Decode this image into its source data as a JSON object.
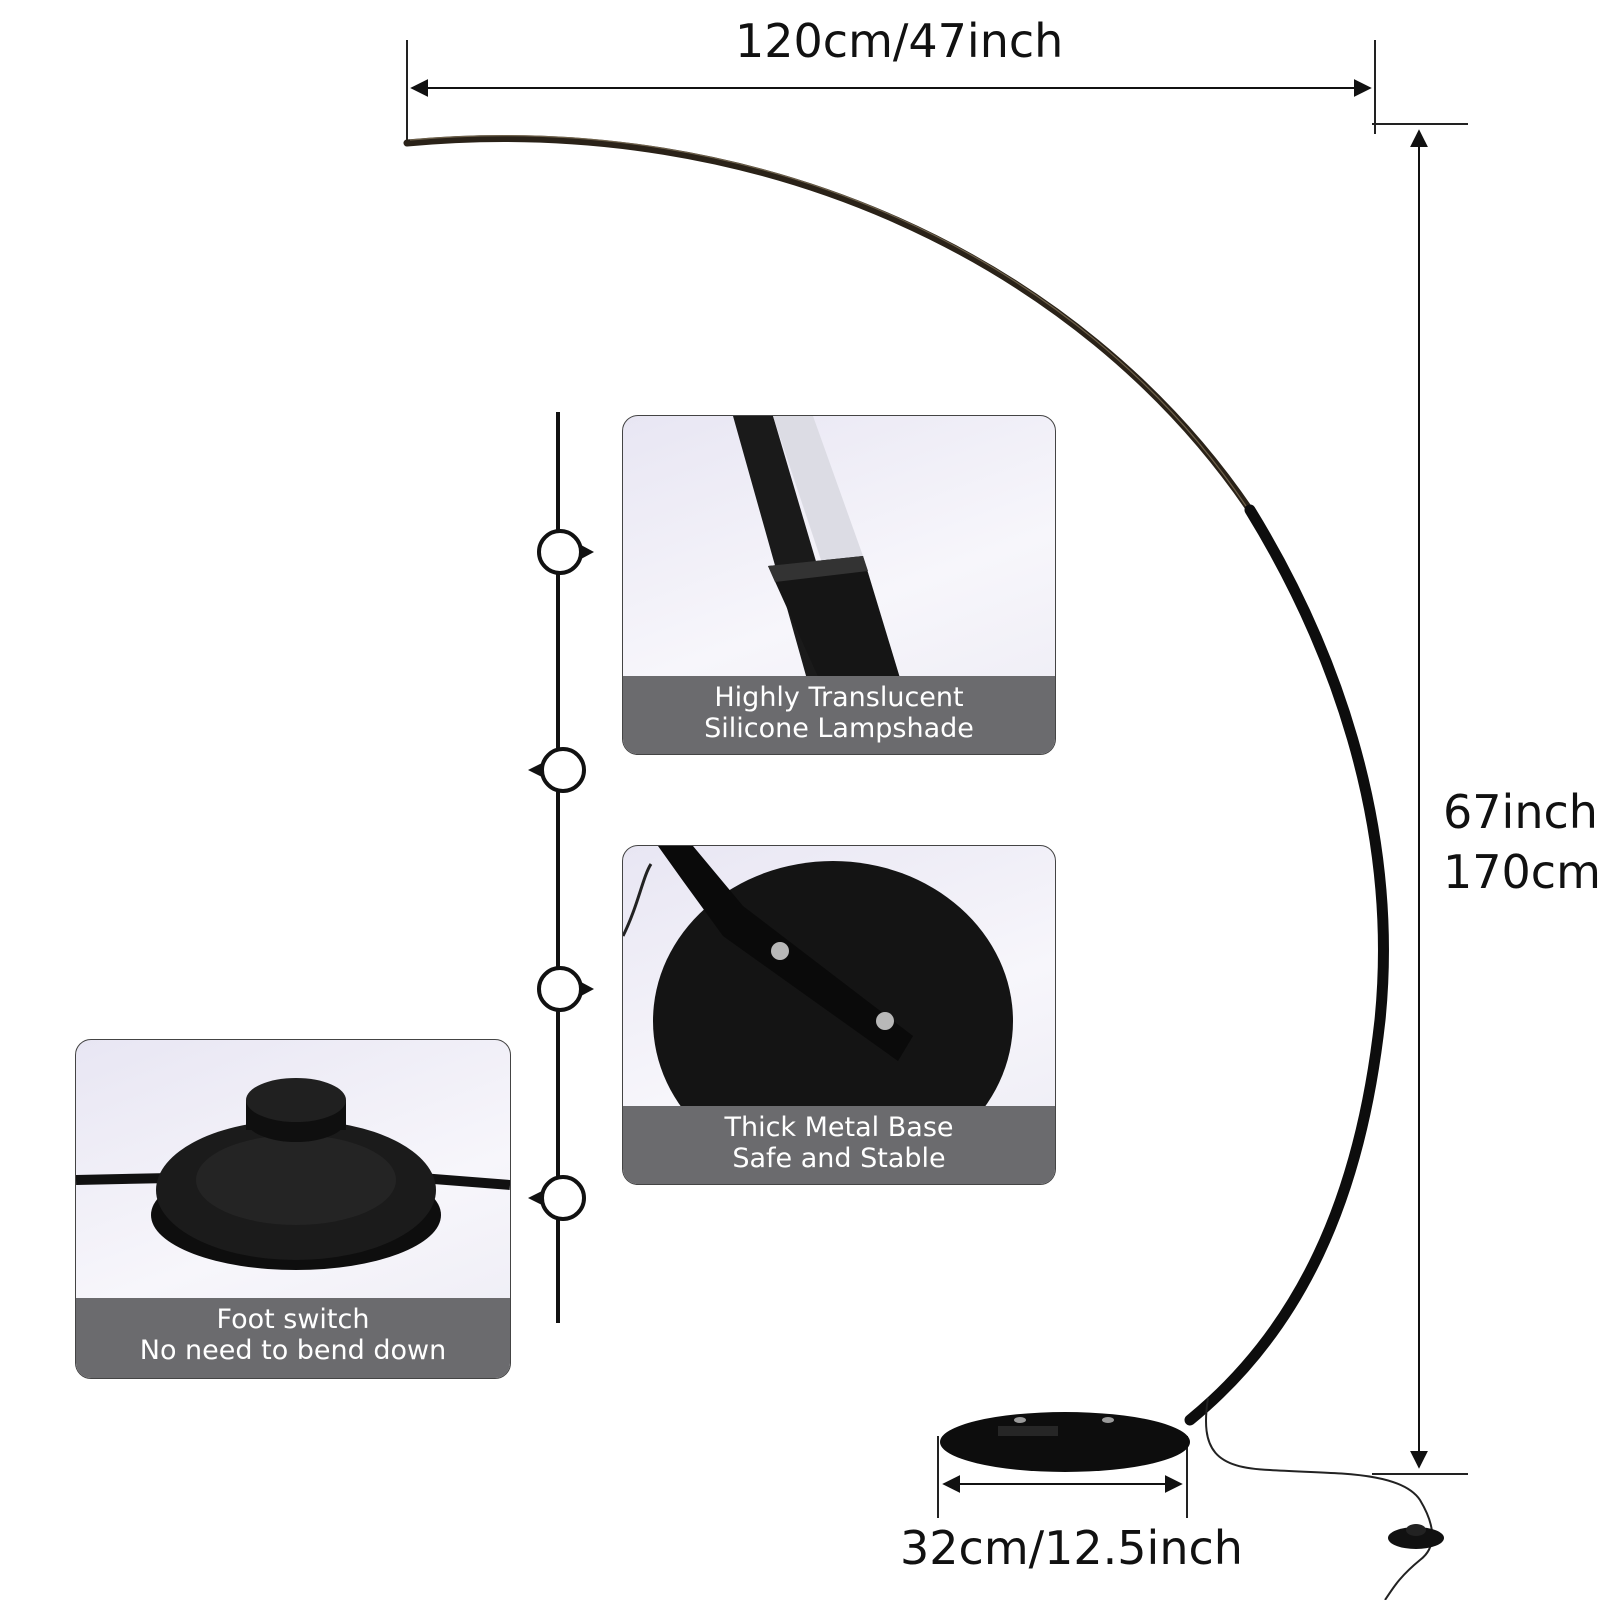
{
  "dimensions": {
    "arc_width": "120cm/47inch",
    "height_in": "67inch",
    "height_cm": "170cm",
    "base_diameter": "32cm/12.5inch"
  },
  "features": [
    {
      "line1": "Highly Translucent",
      "line2": "Silicone Lampshade"
    },
    {
      "line1": "Thick Metal Base",
      "line2": "Safe and Stable"
    },
    {
      "line1": "Foot switch",
      "line2": "No need to bend down"
    }
  ],
  "colors": {
    "lamp_black": "#0d0d0d",
    "caption_bg": "#6b6b6e",
    "panel_bg": "#efeef6"
  }
}
